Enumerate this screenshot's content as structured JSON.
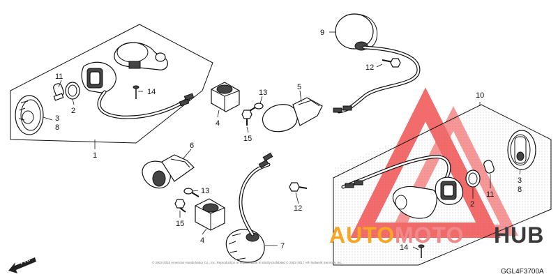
{
  "diagram": {
    "code": "GGL4F3700A",
    "copyright": "© 2003-2010 American Honda Motor Co., Inc. Reproduction or republication is strictly prohibited © 2002-2017 ARI Network Services, Inc.",
    "front_label": "FR.",
    "callouts": {
      "c1": "1",
      "c2a": "2",
      "c2b": "2",
      "c3a": "3",
      "c3b": "3",
      "c8a": "8",
      "c8b": "8",
      "c4a": "4",
      "c4b": "4",
      "c5": "5",
      "c6": "6",
      "c7": "7",
      "c9": "9",
      "c10": "10",
      "c11a": "11",
      "c11b": "11",
      "c12a": "12",
      "c12b": "12",
      "c13a": "13",
      "c13b": "13",
      "c14a": "14",
      "c14b": "14",
      "c15a": "15",
      "c15b": "15"
    }
  },
  "watermark": {
    "word_part1": "AUTO",
    "word_part2": "MOTO",
    "word_part3": "HUB",
    "color_auto": "#f5a623",
    "color_moto": "#f08a8a",
    "color_hub": "#3a3a3a",
    "triangle_color": "#ee3b3b"
  }
}
